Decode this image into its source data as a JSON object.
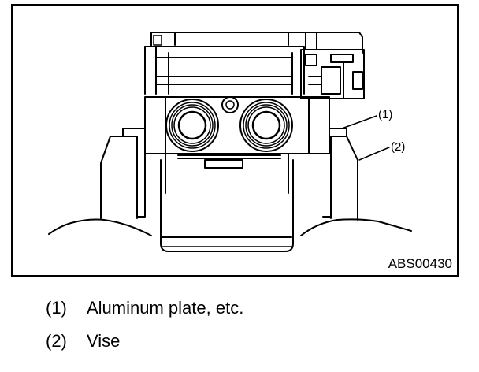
{
  "figure": {
    "code": "ABS00430",
    "callouts": [
      {
        "label": "(1)"
      },
      {
        "label": "(2)"
      }
    ]
  },
  "legend": [
    {
      "num": "(1)",
      "text": "Aluminum plate, etc."
    },
    {
      "num": "(2)",
      "text": "Vise"
    }
  ]
}
